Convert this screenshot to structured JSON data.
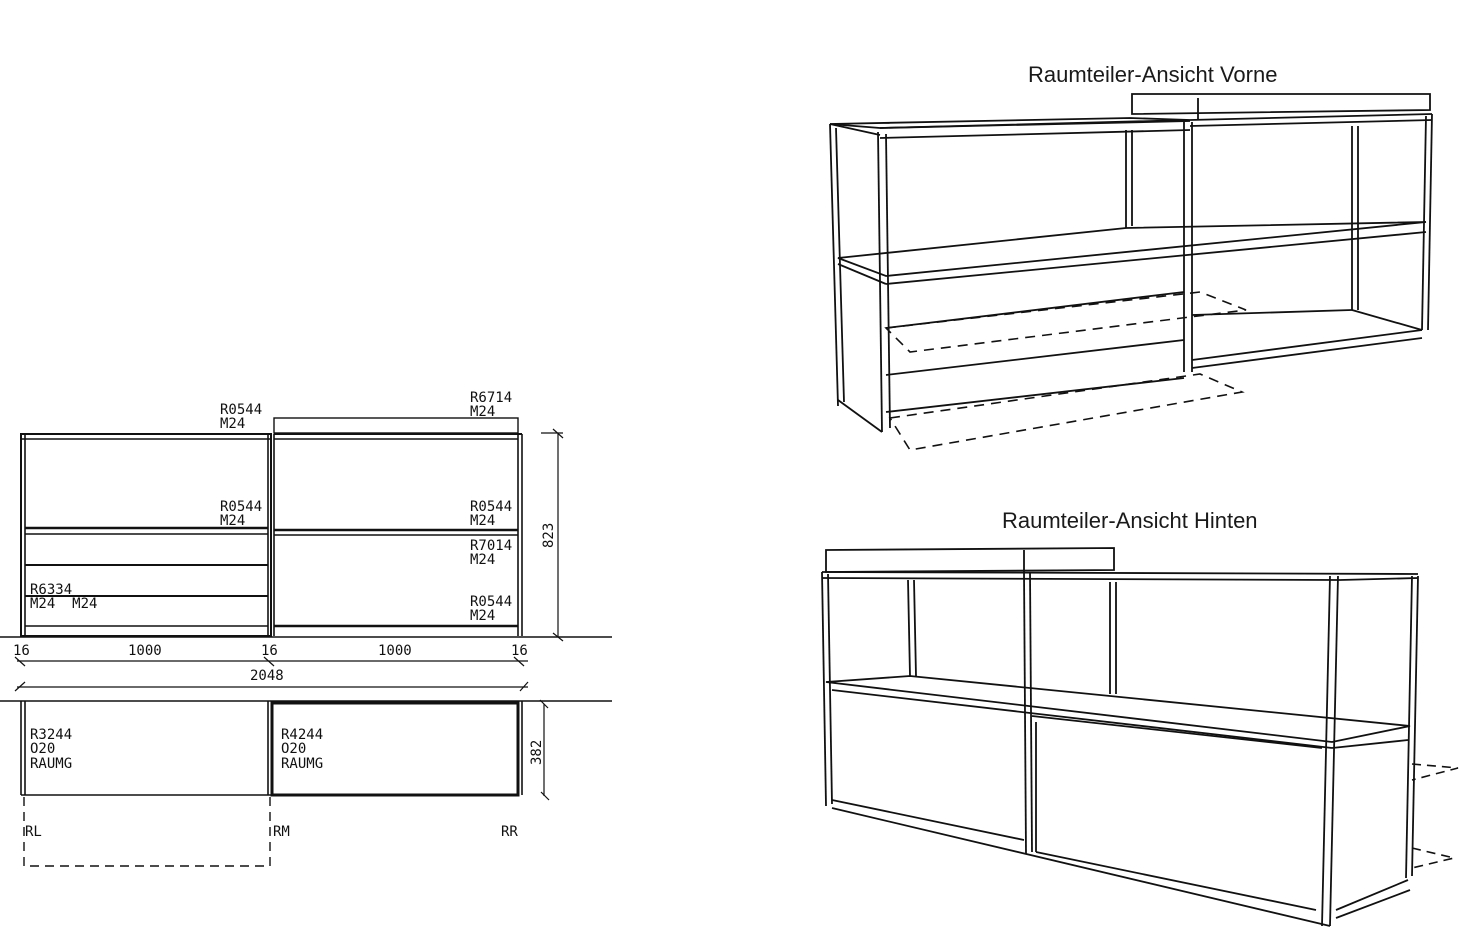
{
  "views": {
    "front_title": "Raumteiler-Ansicht Vorne",
    "back_title": "Raumteiler-Ansicht Hinten"
  },
  "elevation": {
    "left_top": [
      "R0544",
      "M24"
    ],
    "left_mid": [
      "R0544",
      "M24"
    ],
    "left_low": [
      "R6334",
      "M24  M24"
    ],
    "right_top": [
      "R6714",
      "M24"
    ],
    "right_mid": [
      "R0544",
      "M24"
    ],
    "right_mid2": [
      "R7014",
      "M24"
    ],
    "right_low": [
      "R0544",
      "M24"
    ],
    "height_dim": "823"
  },
  "dimensions": {
    "side_left": "16",
    "width_left": "1000",
    "side_mid": "16",
    "width_right": "1000",
    "side_right": "16",
    "total": "2048",
    "depth": "382"
  },
  "plan": {
    "left": [
      "R3244",
      "O20",
      "RAUMG"
    ],
    "right": [
      "R4244",
      "O20",
      "RAUMG"
    ],
    "pos_left": "RL",
    "pos_mid": "RM",
    "pos_right": "RR"
  }
}
